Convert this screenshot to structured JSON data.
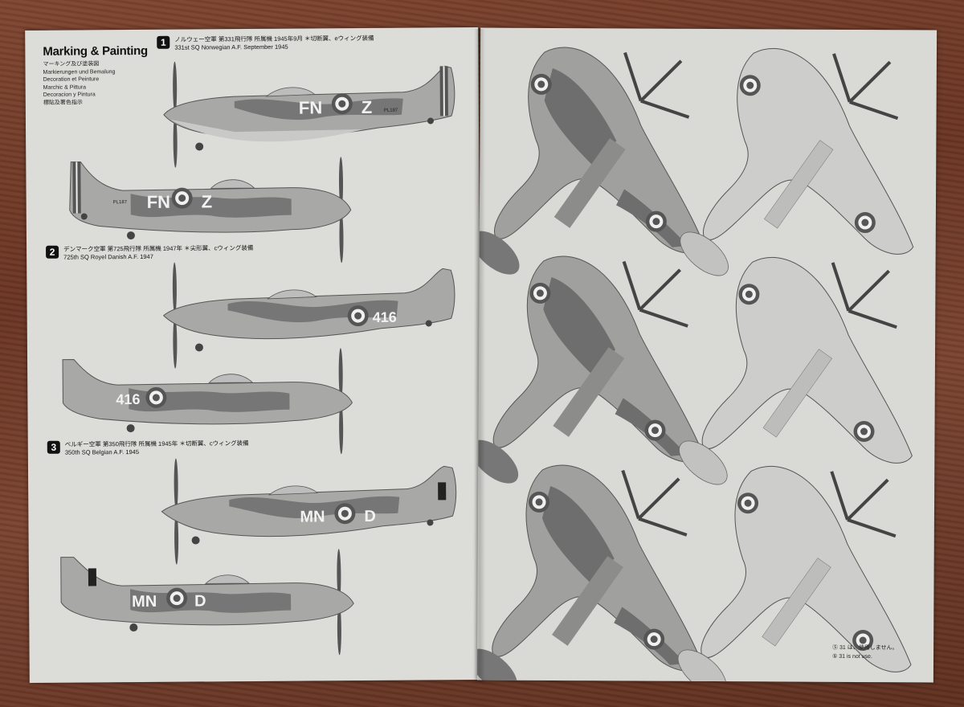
{
  "header": {
    "brand": "Marking & Painting",
    "subtitles": [
      "マーキング及び塗装図",
      "Markierungen und Bemalung",
      "Decoration et Peinture",
      "Marchic & Pittura",
      "Decoracion y Pintura",
      "標貼及著色指示"
    ]
  },
  "sections": [
    {
      "num": "1",
      "jp": "ノルウェー空軍 第331飛行隊 所属機 1945年9月 ＊切断翼、eウィング装備",
      "en": "331st SQ Norwegian A.F. September 1945",
      "code_left": "FN",
      "code_right": "Z",
      "serial": "PL187"
    },
    {
      "num": "2",
      "jp": "デンマーク空軍 第725飛行隊 所属機 1947年 ＊尖形翼、cウィング装備",
      "en": "725th SQ Royel Danish A.F. 1947",
      "code_left": "",
      "code_right": "416",
      "serial": ""
    },
    {
      "num": "3",
      "jp": "ベルギー空軍 第350飛行隊 所属機 1945年 ＊切断翼、cウィング装備",
      "en": "350th SQ Belgian A.F. 1945",
      "code_left": "MN",
      "code_right": "D",
      "serial": ""
    }
  ],
  "note": {
    "jp": "⑤ 31 は、使用しません。",
    "en": "⑤ 31 is not use."
  },
  "colors": {
    "paper": "#dcdcd8",
    "dark_grey": "#6d6d6d",
    "medium_grey": "#9b9b9b",
    "light_grey": "#c4c4c4"
  }
}
